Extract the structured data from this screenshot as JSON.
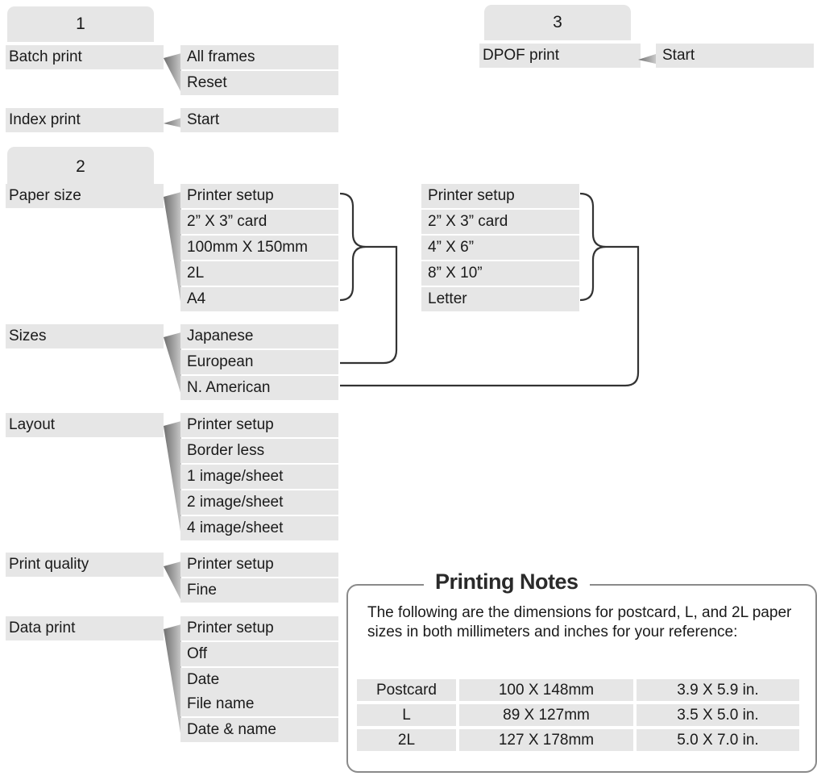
{
  "tabs": {
    "t1": "1",
    "t2": "2",
    "t3": "3"
  },
  "menu1": {
    "batch_print": {
      "label": "Batch print",
      "options": [
        "All frames",
        "Reset"
      ]
    },
    "index_print": {
      "label": "Index print",
      "options": [
        "Start"
      ]
    }
  },
  "menu2": {
    "paper_size": {
      "label": "Paper size",
      "options": [
        "Printer setup",
        "2” X 3” card",
        "100mm X 150mm",
        "2L",
        "A4"
      ]
    },
    "paper_size_na": {
      "options": [
        "Printer setup",
        "2” X 3” card",
        "4” X 6”",
        "8” X 10”",
        "Letter"
      ]
    },
    "sizes": {
      "label": "Sizes",
      "options": [
        "Japanese",
        "European",
        "N. American"
      ]
    },
    "layout": {
      "label": "Layout",
      "options": [
        "Printer setup",
        "Border less",
        "1 image/sheet",
        "2 image/sheet",
        "4 image/sheet"
      ]
    },
    "print_quality": {
      "label": "Print quality",
      "options": [
        "Printer setup",
        "Fine"
      ]
    },
    "data_print": {
      "label": "Data print",
      "options": [
        "Printer setup",
        "Off",
        "Date",
        "File name",
        "Date & name"
      ]
    }
  },
  "menu3": {
    "dpof_print": {
      "label": "DPOF print",
      "options": [
        "Start"
      ]
    }
  },
  "notes": {
    "title": "Printing Notes",
    "text": "The following are the dimensions for postcard, L, and 2L paper sizes in both millimeters and inches for your reference:",
    "rows": [
      [
        "Postcard",
        "100 X 148mm",
        "3.9 X 5.9 in."
      ],
      [
        "L",
        "89 X 127mm",
        "3.5 X 5.0 in."
      ],
      [
        "2L",
        "127 X 178mm",
        "5.0 X 7.0 in."
      ]
    ]
  }
}
